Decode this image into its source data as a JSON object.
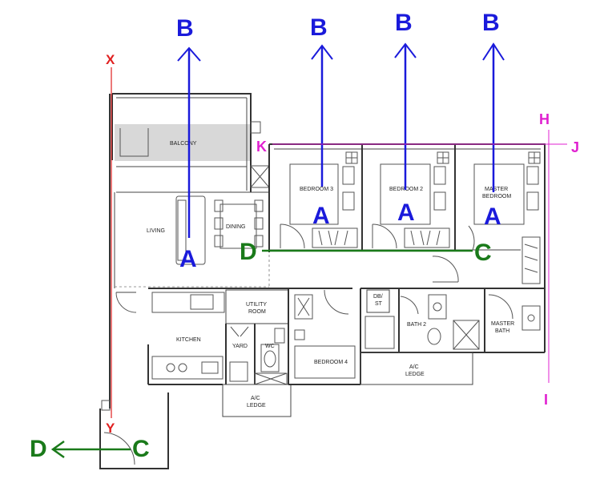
{
  "colors": {
    "section_ab": "#1a1adb",
    "section_dc": "#1a7a1a",
    "section_hijk": "#e020d0",
    "section_xy": "#e02020",
    "wall": "#333333",
    "balcony_floor": "#d8d8d8"
  },
  "rooms": {
    "balcony": "BALCONY",
    "living": "LIVING",
    "dining": "DINING",
    "bedroom3": "BEDROOM 3",
    "bedroom2": "BEDROOM 2",
    "master_bedroom_line1": "MASTER",
    "master_bedroom_line2": "BEDROOM",
    "utility_line1": "UTILITY",
    "utility_line2": "ROOM",
    "kitchen": "KITCHEN",
    "yard": "YARD",
    "wc": "WC",
    "bedroom4": "BEDROOM 4",
    "dbst_line1": "DB/",
    "dbst_line2": "ST",
    "bath2": "BATH 2",
    "master_bath_line1": "MASTER",
    "master_bath_line2": "BATH",
    "ac_ledge_line1": "A/C",
    "ac_ledge_line2": "LEDGE",
    "ac_ledge2_line1": "A/C",
    "ac_ledge2_line2": "LEDGE"
  },
  "section_marks": {
    "b": [
      "B",
      "B",
      "B",
      "B"
    ],
    "a": [
      "A",
      "A",
      "A",
      "A"
    ],
    "d_main": "D",
    "c_main": "C",
    "d_corner": "D",
    "c_corner": "C",
    "h": "H",
    "i": "I",
    "j": "J",
    "k": "K",
    "x": "X",
    "y": "Y"
  }
}
